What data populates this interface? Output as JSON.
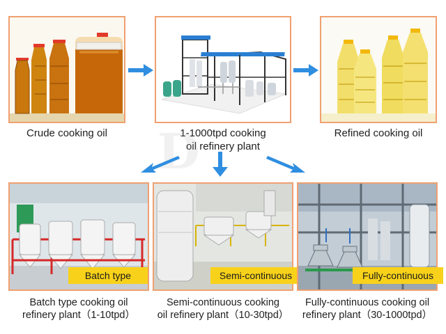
{
  "top": {
    "crude": {
      "caption": "Crude cooking oil"
    },
    "plant": {
      "caption_line1": "1-1000tpd cooking",
      "caption_line2": "oil refinery plant"
    },
    "refined": {
      "caption": "Refined cooking oil"
    }
  },
  "bottom": {
    "batch": {
      "tag": "Batch type",
      "caption_line1": "Batch type cooking oil",
      "caption_line2": "refinery plant（1-10tpd）"
    },
    "semi": {
      "tag": "Semi-continuous",
      "caption_line1": "Semi-continuous cooking",
      "caption_line2": "oil refinery plant（10-30tpd）"
    },
    "fully": {
      "tag": "Fully-continuous",
      "caption_line1": "Fully-continuous cooking oil",
      "caption_line2": "refinery plant（30-1000tpd）"
    }
  },
  "colors": {
    "arrow": "#2f8ee0",
    "border": "#f0a070",
    "tag": "#f8d21a"
  }
}
